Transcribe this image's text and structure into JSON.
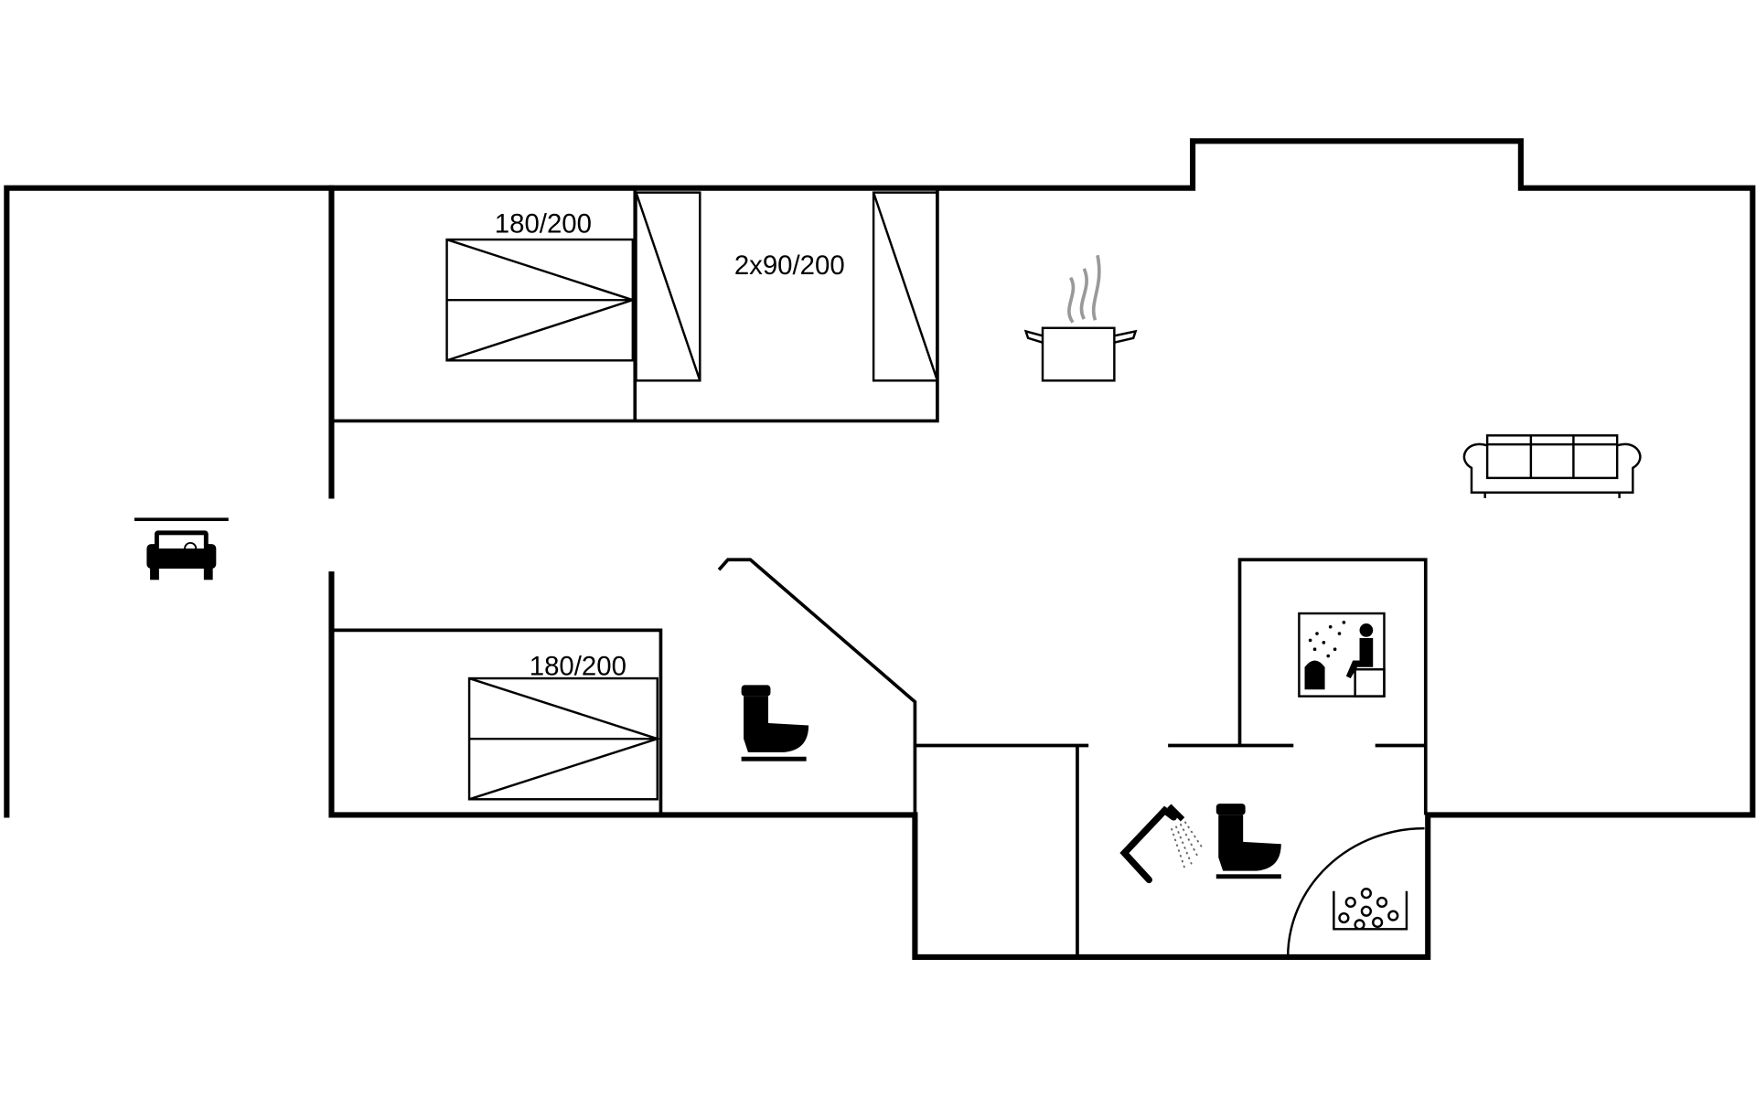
{
  "floorplan": {
    "labels": {
      "bed_upper_left": "180/200",
      "bed_upper_twin": "2x90/200",
      "bed_lower": "180/200"
    },
    "icons": [
      "car-icon",
      "cooking-pot-icon",
      "sofa-icon",
      "sauna-icon",
      "toilet-icon",
      "shower-icon",
      "whirlpool-icon"
    ],
    "colors": {
      "line": "#000000",
      "background": "#ffffff",
      "smoke": "#999999"
    }
  }
}
